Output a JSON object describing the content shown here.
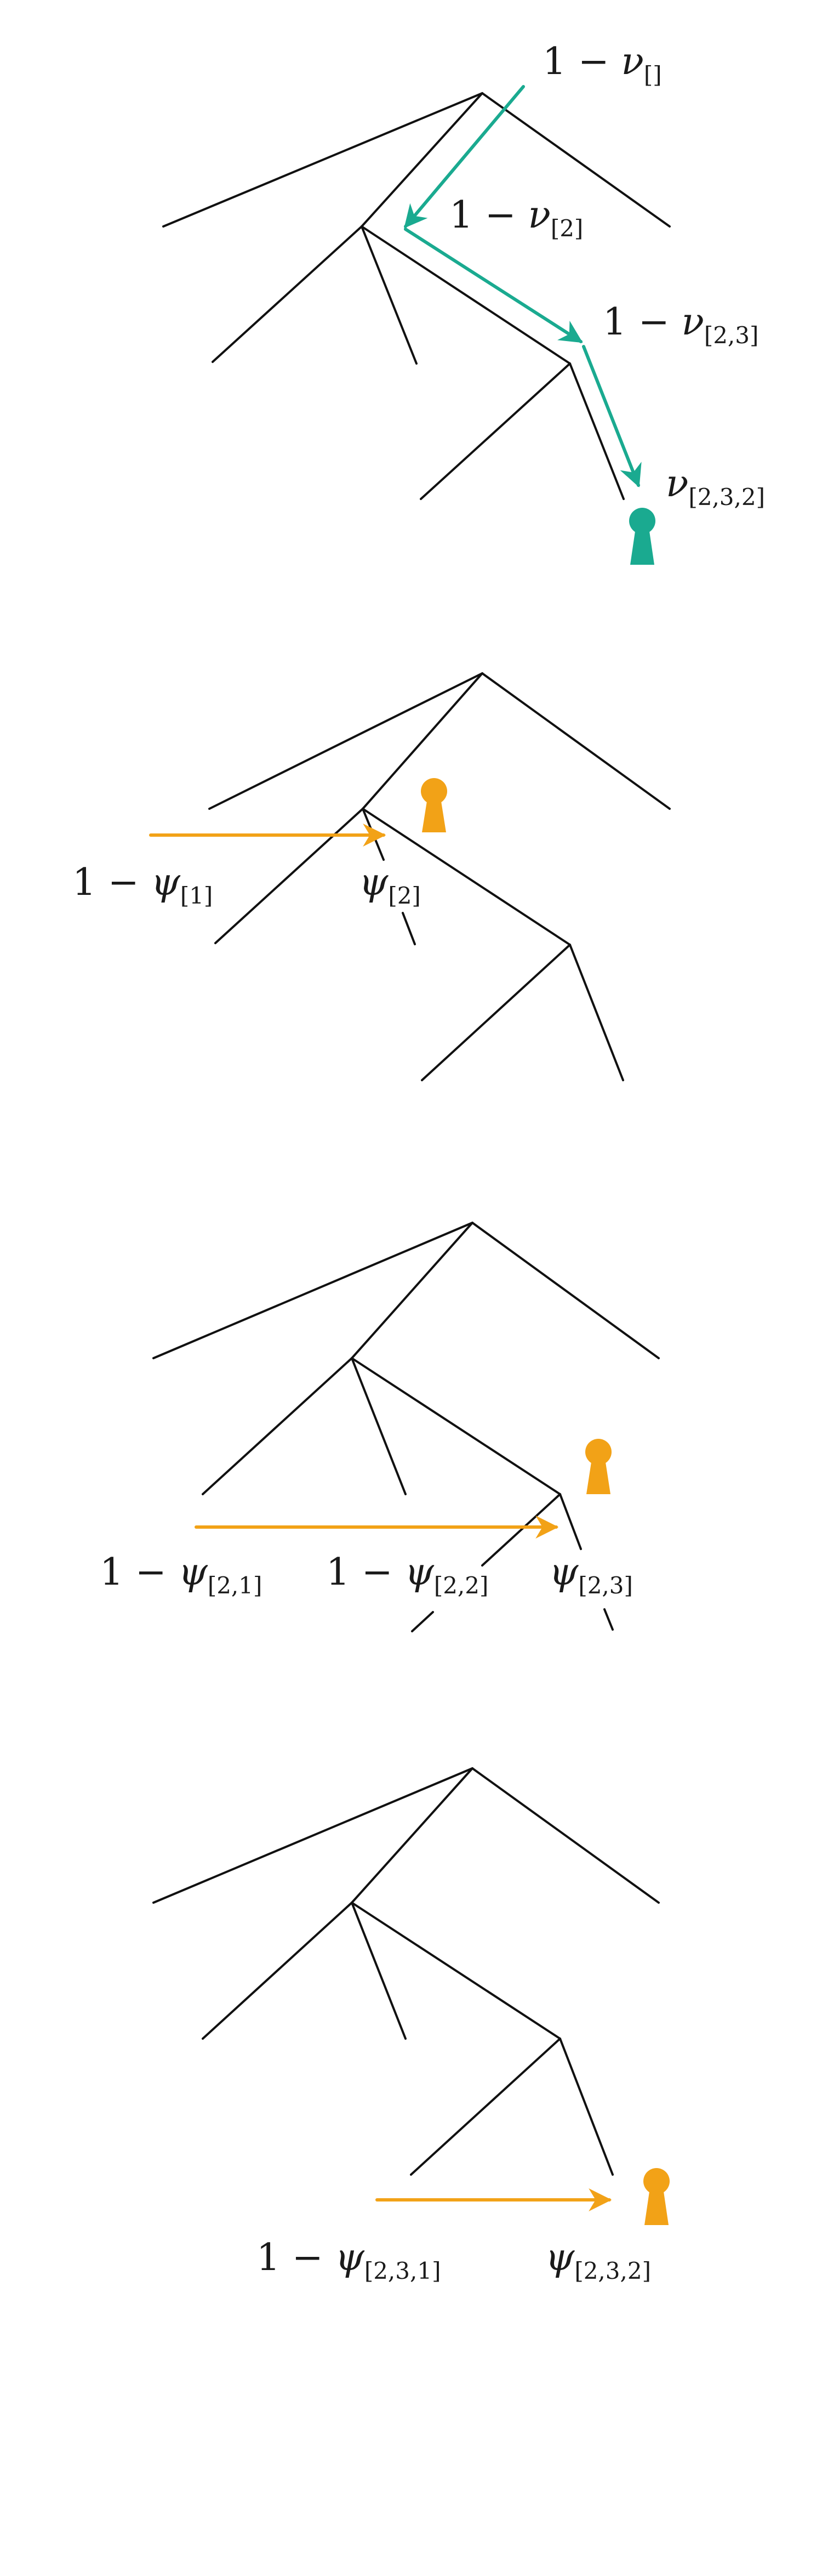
{
  "colors": {
    "tree": "#111111",
    "teal": "#1aaa90",
    "orange": "#f2a217"
  },
  "panel1": {
    "root_label": {
      "prefix": "1 − ",
      "sym": "ν",
      "sub": "[]"
    },
    "node_label": {
      "prefix": "1 − ",
      "sym": "ν",
      "sub": "[2]"
    },
    "branch_label": {
      "prefix": "1 − ",
      "sym": "ν",
      "sub": "[2,3]"
    },
    "leaf_label": {
      "prefix": "",
      "sym": "ν",
      "sub": "[2,3,2]"
    },
    "marker_icon": "pawn-icon"
  },
  "panel2": {
    "left_label": {
      "prefix": "1 − ",
      "sym": "ψ",
      "sub": "[1]"
    },
    "right_label": {
      "prefix": "",
      "sym": "ψ",
      "sub": "[2]"
    },
    "marker_icon": "pawn-icon"
  },
  "panel3": {
    "label_a": {
      "prefix": "1 − ",
      "sym": "ψ",
      "sub": "[2,1]"
    },
    "label_b": {
      "prefix": "1 − ",
      "sym": "ψ",
      "sub": "[2,2]"
    },
    "label_c": {
      "prefix": "",
      "sym": "ψ",
      "sub": "[2,3]"
    },
    "marker_icon": "pawn-icon"
  },
  "panel4": {
    "label_a": {
      "prefix": "1 − ",
      "sym": "ψ",
      "sub": "[2,3,1]"
    },
    "label_b": {
      "prefix": "",
      "sym": "ψ",
      "sub": "[2,3,2]"
    },
    "marker_icon": "pawn-icon"
  }
}
